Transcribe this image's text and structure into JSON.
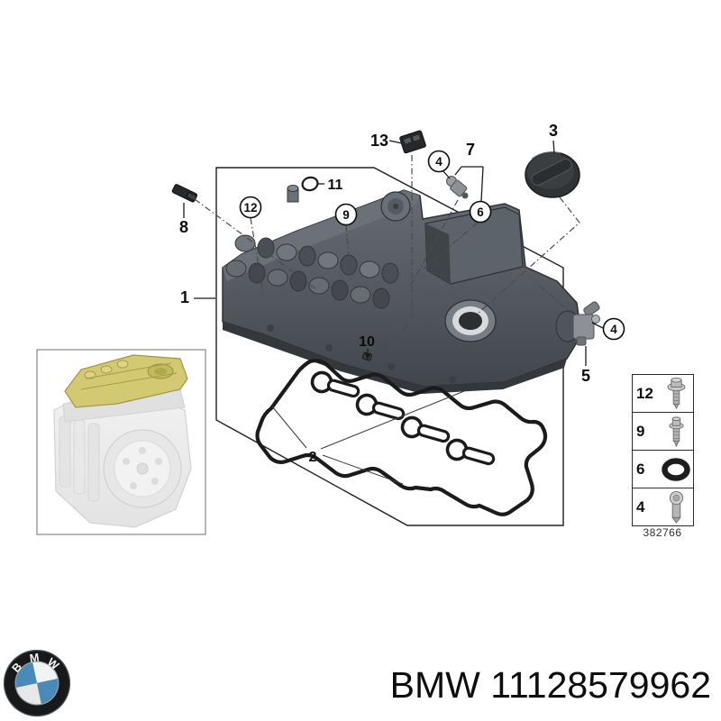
{
  "page": {
    "background": "#ffffff"
  },
  "callouts": {
    "n1": "1",
    "n2": "2",
    "n3": "3",
    "n4a": "4",
    "n4b": "4",
    "n5": "5",
    "n6": "6",
    "n7": "7",
    "n8": "8",
    "n9": "9",
    "n10": "10",
    "n11": "11",
    "n12": "12",
    "n13": "13"
  },
  "legend": {
    "caption": "382766",
    "rows": [
      {
        "number": "12",
        "icon": "flange-bolt-icon"
      },
      {
        "number": "9",
        "icon": "stud-bolt-icon"
      },
      {
        "number": "6",
        "icon": "o-ring-icon"
      },
      {
        "number": "4",
        "icon": "socket-screw-icon"
      }
    ]
  },
  "footer": {
    "caption": "BMW 11128579962",
    "logo_letters": [
      "B",
      "M",
      "W"
    ],
    "brand_blue": "#4a8ab8"
  },
  "highlight_color": "#d3c973"
}
